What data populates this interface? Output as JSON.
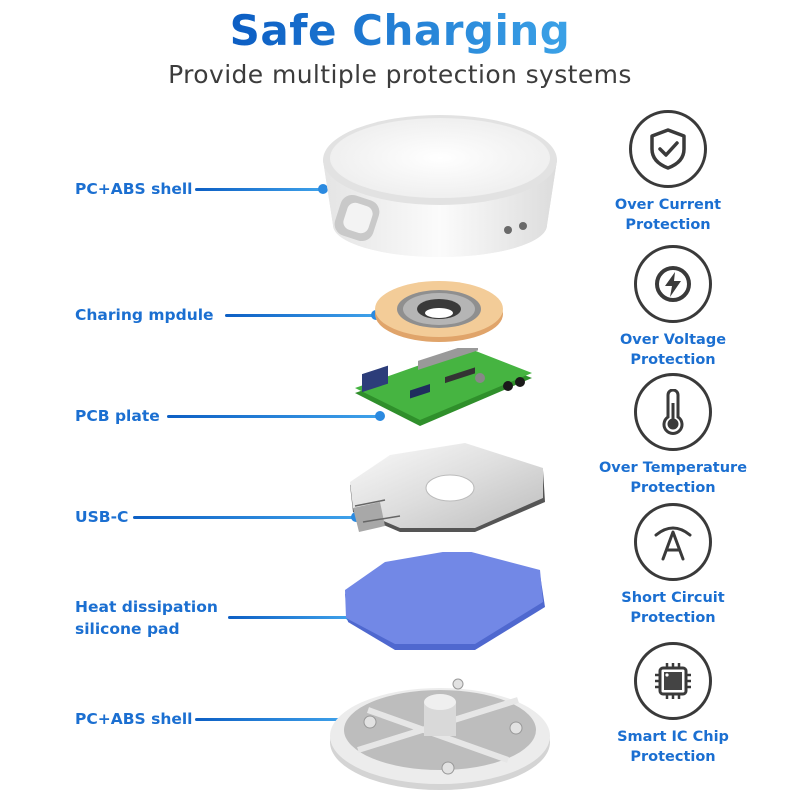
{
  "header": {
    "title": "Safe Charging",
    "subtitle": "Provide multiple protection systems"
  },
  "colors": {
    "accent_dark": "#0d5fc4",
    "accent_light": "#3aa0e6",
    "icon_stroke": "#3a3a3a",
    "silicone_pad": "#6f86e6",
    "pcb_green": "#3fae3a",
    "coil_copper": "#f0c089"
  },
  "components": [
    {
      "label": "PC+ABS shell",
      "part": "top-shell"
    },
    {
      "label": "Charing mpdule",
      "part": "charging-coil"
    },
    {
      "label": "PCB plate",
      "part": "pcb-board"
    },
    {
      "label": "USB-C",
      "part": "metal-plate-usbc"
    },
    {
      "label": "Heat dissipation",
      "label2": "silicone pad",
      "part": "silicone-pad"
    },
    {
      "label": "PC+ABS shell",
      "part": "bottom-shell"
    }
  ],
  "features": [
    {
      "icon": "shield-check-icon",
      "line1": "Over Current",
      "line2": "Protection"
    },
    {
      "icon": "lightning-icon",
      "line1": "Over Voltage",
      "line2": "Protection"
    },
    {
      "icon": "thermometer-icon",
      "line1": "Over Temperature",
      "line2": "Protection"
    },
    {
      "icon": "short-circuit-icon",
      "line1": "Short Circuit",
      "line2": "Protection"
    },
    {
      "icon": "ic-chip-icon",
      "line1": "Smart IC Chip",
      "line2": "Protection"
    }
  ]
}
